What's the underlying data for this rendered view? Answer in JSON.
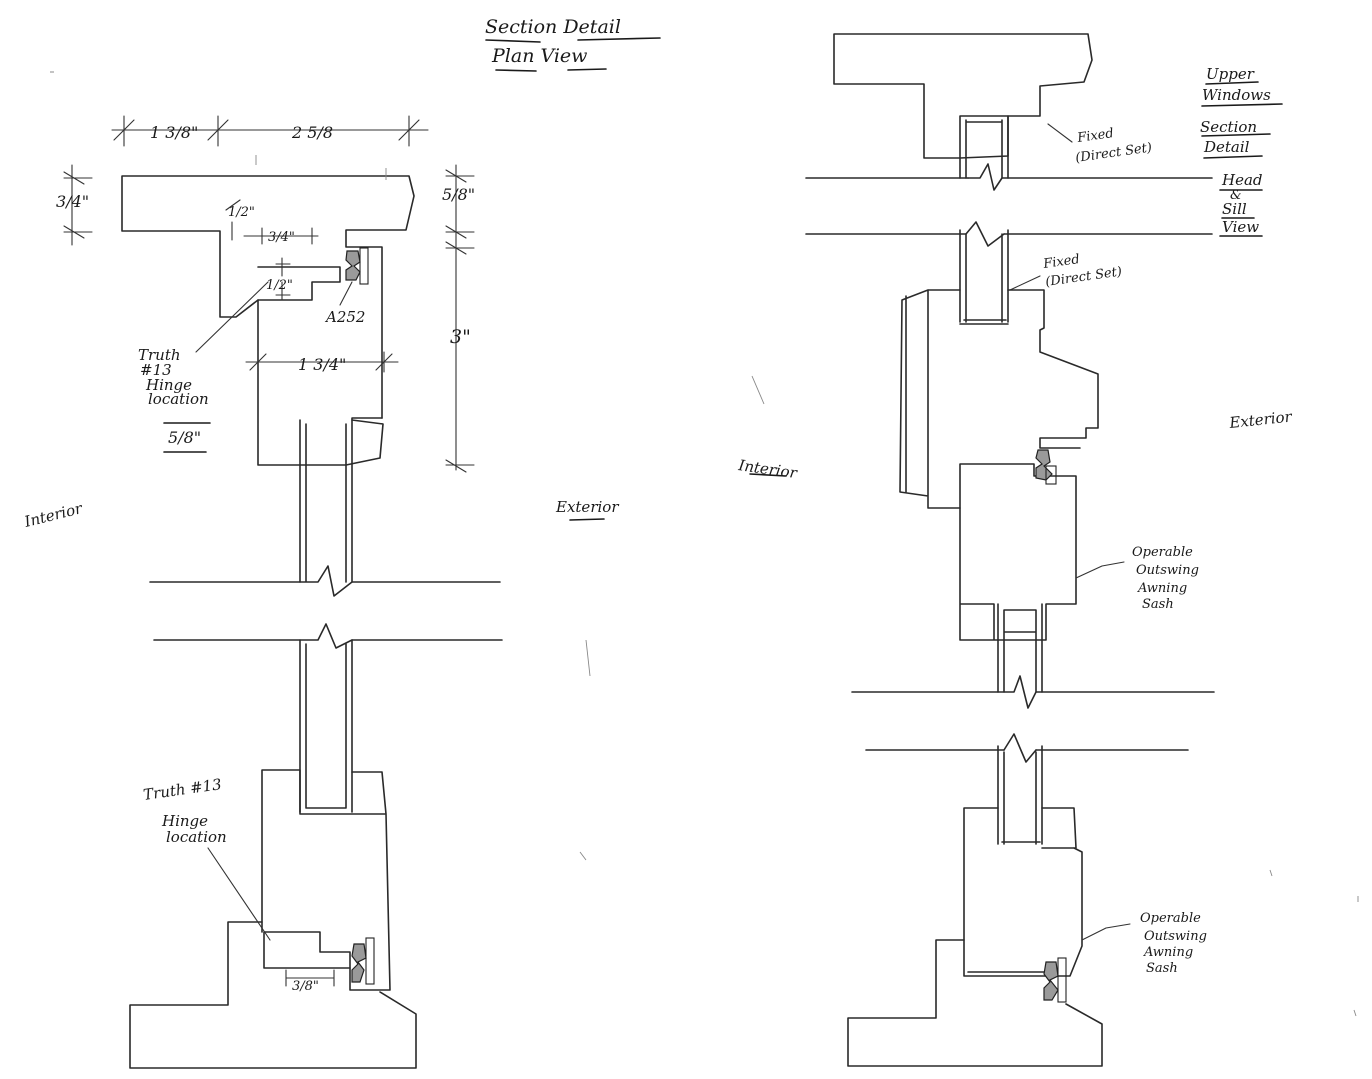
{
  "left_sheet": {
    "title_line1": "Section Detail",
    "title_line2": "Plan View",
    "dims": {
      "top_left": "1 3/8\"",
      "top_right": "2 5/8",
      "left_depth": "3/4\"",
      "half_top": "1/2\"",
      "three_quarter": "3/4\"",
      "half_mid": "1/2\"",
      "right_top": "5/8\"",
      "right_height": "3\"",
      "sash_width": "1 3/4\"",
      "bottom_offset": "3/8\""
    },
    "gasket_label": "A252",
    "hinge_note_top": [
      "Truth",
      "#13",
      "Hinge",
      "location"
    ],
    "hinge_offset": "5/8\"",
    "hinge_note_bottom": [
      "Truth #13",
      "Hinge",
      "location"
    ],
    "interior_label": "Interior",
    "exterior_label": "Exterior"
  },
  "right_sheet": {
    "title_lines": [
      "Upper",
      "Windows",
      "Section",
      "Detail",
      "Head",
      "&",
      "Sill",
      "View"
    ],
    "fixed_top": [
      "Fixed",
      "(Direct Set)"
    ],
    "fixed_mid": [
      "Fixed",
      "(Direct Set)"
    ],
    "awning_upper": [
      "Operable",
      "Outswing",
      "Awning",
      "Sash"
    ],
    "awning_lower": [
      "Operable",
      "Outswing",
      "Awning",
      "Sash"
    ],
    "interior_label": "Interior",
    "exterior_label": "Exterior"
  }
}
